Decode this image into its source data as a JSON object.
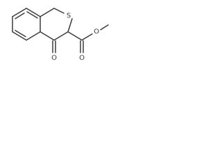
{
  "molecule": {
    "atoms": {
      "sulfur": "S",
      "ketone_oxygen": "O",
      "carbonyl_oxygen": "O",
      "ester_oxygen": "O"
    }
  }
}
